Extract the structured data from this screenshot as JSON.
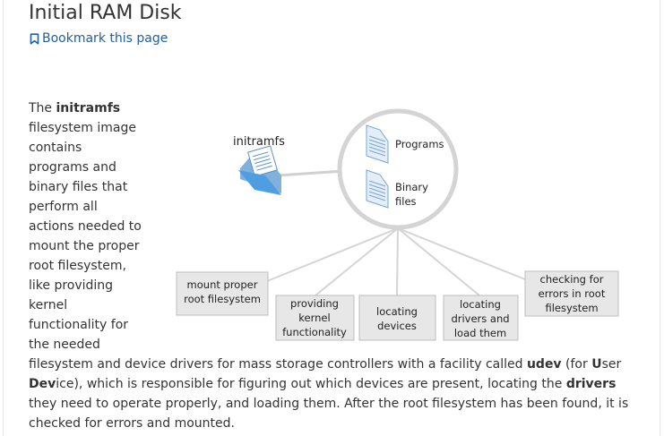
{
  "page": {
    "title": "Initial RAM Disk",
    "bookmark_label": "Bookmark this page"
  },
  "intro": {
    "lead": "The ",
    "term": "initramfs",
    "rest": " filesystem image contains programs and binary files that perform all actions needed to mount the proper root filesystem, like providing kernel functionality for the needed"
  },
  "continuation": {
    "part1": "filesystem and device drivers for mass storage controllers with a facility called ",
    "udev": "udev",
    "part2": " (for ",
    "u": "U",
    "ser": "ser ",
    "dev": "Dev",
    "part3": "ice), which is responsible for figuring out which devices are present, locating the ",
    "drivers": "drivers",
    "part4": " they need to operate properly, and loading them. After the root filesystem has been found, it is checked for errors and mounted."
  },
  "diagram": {
    "folder_label": "initramfs",
    "circle_items": [
      "Programs",
      "Binary files"
    ],
    "boxes": [
      "mount proper root filesystem",
      "providing kernel functionality",
      "locating devices",
      "locating drivers and load them",
      "checking for errors in root filesystem"
    ]
  }
}
